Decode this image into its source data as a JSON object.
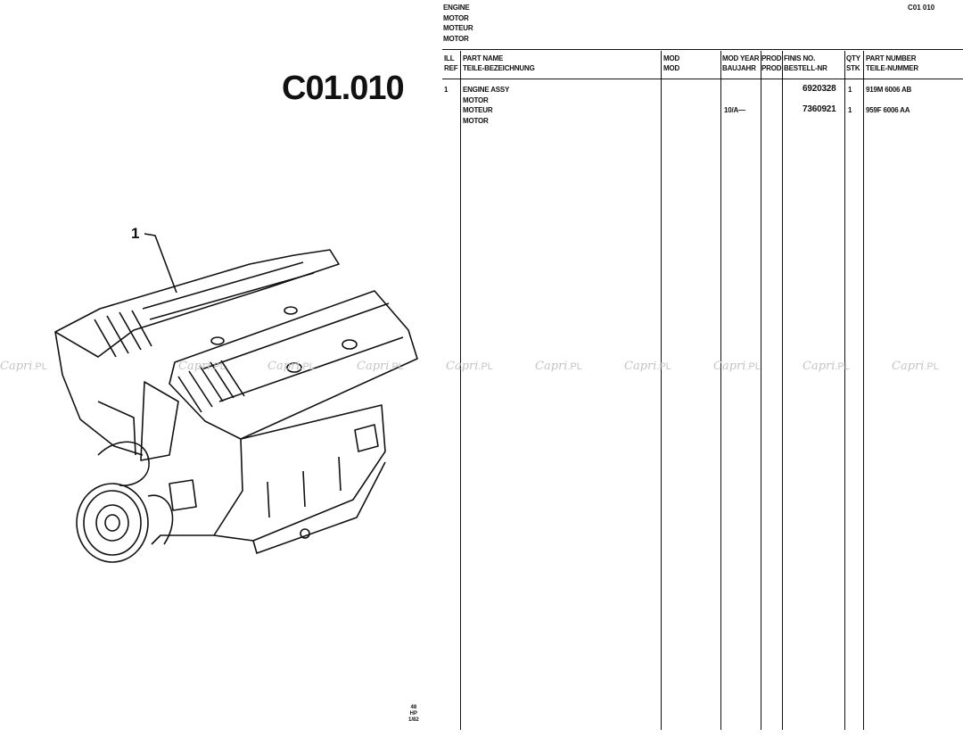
{
  "header": {
    "section_lines": [
      "ENGINE",
      "MOTOR",
      "MOTEUR",
      "MOTOR"
    ],
    "page_ref": "C01 010"
  },
  "illustration": {
    "ref_code": "C01.010",
    "callout": "1"
  },
  "table": {
    "columns": [
      {
        "key": "ill_ref",
        "lines": [
          "ILL",
          "REF"
        ]
      },
      {
        "key": "part_name",
        "lines": [
          "PART NAME",
          "TEILE-BEZEICHNUNG"
        ]
      },
      {
        "key": "mod",
        "lines": [
          "MOD",
          "MOD"
        ]
      },
      {
        "key": "mod_year",
        "lines": [
          "MOD YEAR",
          "BAUJAHR"
        ]
      },
      {
        "key": "prod",
        "lines": [
          "PROD",
          "PROD"
        ]
      },
      {
        "key": "finis_no",
        "lines": [
          "FINIS NO.",
          "BESTELL-NR"
        ]
      },
      {
        "key": "qty",
        "lines": [
          "QTY",
          "STK"
        ]
      },
      {
        "key": "part_number",
        "lines": [
          "PART NUMBER",
          "TEILE-NUMMER"
        ]
      }
    ],
    "rows": [
      {
        "ill_ref": "1",
        "part_name": [
          "ENGINE ASSY",
          "MOTOR"
        ],
        "mod_year": "",
        "finis_no": "6920328",
        "qty": "1",
        "part_number": "919M 6006 AB"
      },
      {
        "ill_ref": "",
        "part_name": [
          "MOTEUR",
          "MOTOR"
        ],
        "mod_year": "10/A—",
        "finis_no": "7360921",
        "qty": "1",
        "part_number": "959F 6006 AA"
      }
    ]
  },
  "watermark": {
    "text": "Capri",
    "suffix": ".PL"
  },
  "footer_code": [
    "48",
    "HP",
    "1/82"
  ]
}
